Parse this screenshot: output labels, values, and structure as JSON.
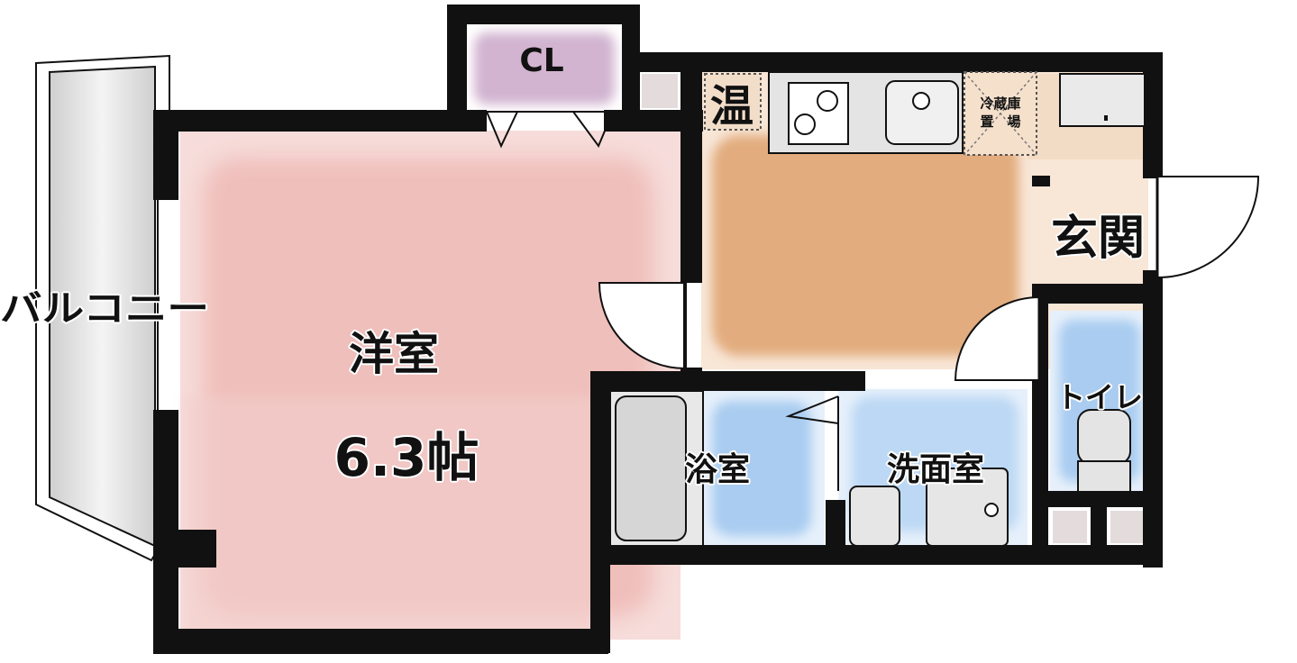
{
  "rooms": {
    "balcony": "バルコニー",
    "western_room": "洋室",
    "western_room_size": "6.3帖",
    "closet": "CL",
    "water_heater": "温",
    "fridge_line1": "冷蔵庫",
    "fridge_line2": "置　場",
    "entrance": "玄関",
    "toilet": "トイレ",
    "bathroom": "浴室",
    "washroom": "洗面室"
  },
  "colors": {
    "wall": "#111111",
    "western_room_fill": "#f2c4c0",
    "closet_fill": "#dcc2d8",
    "kitchen_fill": "#e8b88e",
    "wet_area_fill": "#b9d6f2",
    "fixture_fill": "#e2e2e2",
    "balcony_fill": "#e2e2e2"
  }
}
